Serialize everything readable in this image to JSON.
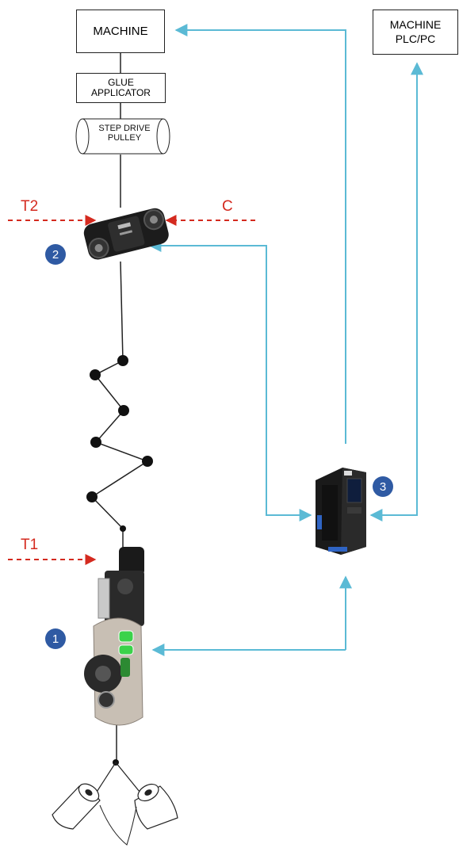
{
  "boxes": {
    "machine": "MACHINE",
    "machine_plc_line1": "MACHINE",
    "machine_plc_line2": "PLC/PC",
    "glue_line1": "GLUE",
    "glue_line2": "APPLICATOR",
    "pulley_line1": "STEP DRIVE",
    "pulley_line2": "PULLEY"
  },
  "labels": {
    "t2": "T2",
    "c": "C",
    "t1": "T1"
  },
  "badges": {
    "b1": "1",
    "b2": "2",
    "b3": "3"
  },
  "colors": {
    "signal": "#5bbad5",
    "tension": "#d42a1f",
    "badge": "#2f5aa3"
  },
  "icons": [
    "tension-sensor-icon",
    "drive-controller-icon",
    "yarn-feeder-icon",
    "bobbin-icon"
  ]
}
